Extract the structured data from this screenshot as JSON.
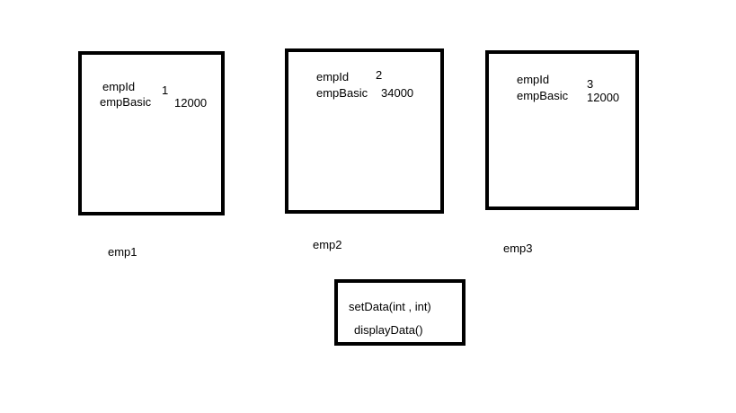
{
  "objects": [
    {
      "caption": "emp1",
      "fields": [
        {
          "name": "empId",
          "value": "1"
        },
        {
          "name": "empBasic",
          "value": "12000"
        }
      ]
    },
    {
      "caption": "emp2",
      "fields": [
        {
          "name": "empId",
          "value": "2"
        },
        {
          "name": "empBasic",
          "value": "34000"
        }
      ]
    },
    {
      "caption": "emp3",
      "fields": [
        {
          "name": "empId",
          "value": "3"
        },
        {
          "name": "empBasic",
          "value": "12000"
        }
      ]
    }
  ],
  "methods": [
    "setData(int , int)",
    "displayData()"
  ],
  "colors": {
    "border": "#000000",
    "background": "#ffffff",
    "text": "#000000"
  }
}
